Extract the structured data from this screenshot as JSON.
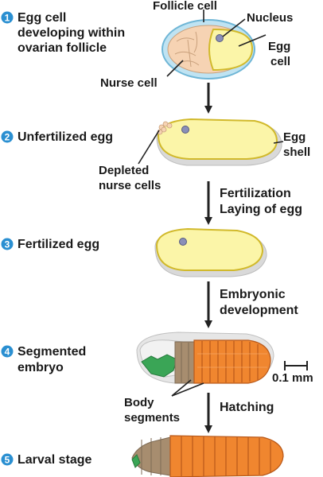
{
  "steps": [
    {
      "number": "1",
      "line1": "Egg cell",
      "line2": "developing within",
      "line3": "ovarian follicle"
    },
    {
      "number": "2",
      "line1": "Unfertilized egg"
    },
    {
      "number": "3",
      "line1": "Fertilized egg"
    },
    {
      "number": "4",
      "line1": "Segmented",
      "line2": "embryo"
    },
    {
      "number": "5",
      "line1": "Larval stage"
    }
  ],
  "labels": {
    "follicle_cell": "Follicle cell",
    "nucleus": "Nucleus",
    "egg_cell_1": "Egg",
    "egg_cell_2": "cell",
    "nurse_cell": "Nurse cell",
    "egg_shell_1": "Egg",
    "egg_shell_2": "shell",
    "depleted_1": "Depleted",
    "depleted_2": "nurse cells",
    "body_segments_1": "Body",
    "body_segments_2": "segments",
    "scale_bar": "0.1 mm"
  },
  "transitions": {
    "fertilization_1": "Fertilization",
    "fertilization_2": "Laying of egg",
    "embryonic_1": "Embryonic",
    "embryonic_2": "development",
    "hatching": "Hatching"
  },
  "colors": {
    "step_badge": "#2a8fd1",
    "follicle": "#bfe3f2",
    "nurse": "#f6d3b3",
    "yolk": "#fbf5a8",
    "egg_outline": "#d1b92b",
    "shell": "#d9d9d9",
    "nucleus": "#8a8fb8",
    "segment_orange": "#f0862f",
    "segment_tan": "#a78d6f",
    "segment_green": "#3aa556"
  }
}
